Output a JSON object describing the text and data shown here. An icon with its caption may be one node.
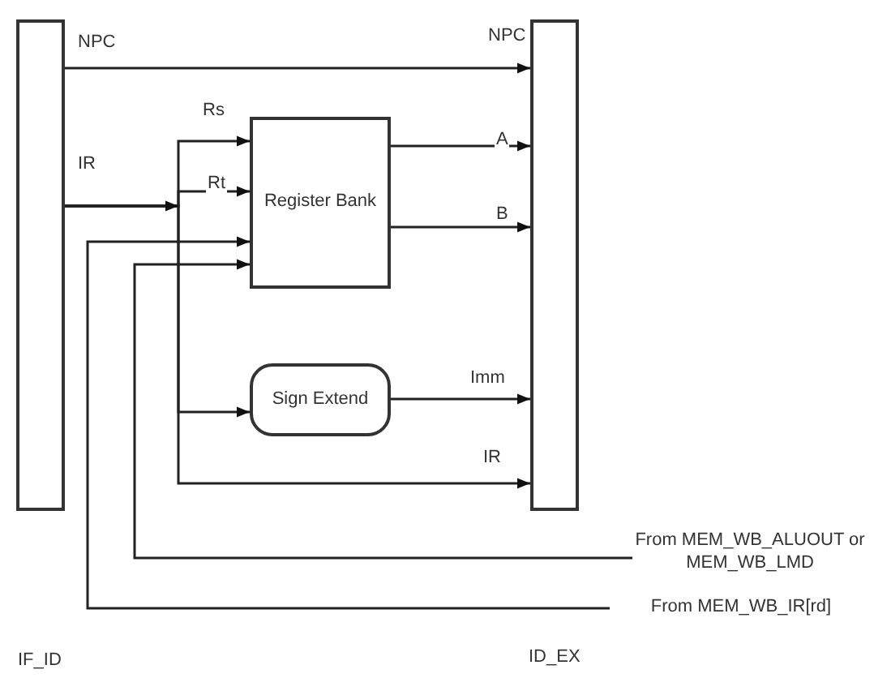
{
  "diagram": {
    "nodes": [
      {
        "text": [],
        "shape": "bar"
      },
      {
        "text": [],
        "shape": "bar"
      },
      {
        "text": [
          "Register Bank"
        ]
      },
      {
        "text": [
          "Sign Extend"
        ]
      },
      {
        "text": [
          "From MEM_WB_ALUOUT or MEM_WB_LMD"
        ]
      },
      {
        "text": [
          "From MEM_WB_IR[rd]"
        ]
      }
    ],
    "edges": [
      {
        "from": 0,
        "to": 1,
        "arrow": "to",
        "label": "NPC"
      },
      {
        "from": 0,
        "to": 2,
        "arrow": "to",
        "label": "Rs"
      },
      {
        "from": 0,
        "to": 2,
        "arrow": "to",
        "label": "Rt"
      },
      {
        "from": 0,
        "to": 3,
        "arrow": "to"
      },
      {
        "from": 0,
        "to": 1,
        "arrow": "to",
        "label": "IR"
      },
      {
        "from": 2,
        "to": 1,
        "arrow": "to",
        "label": "A"
      },
      {
        "from": 2,
        "to": 1,
        "arrow": "to",
        "label": "B"
      },
      {
        "from": 3,
        "to": 1,
        "arrow": "to",
        "label": "Imm"
      },
      {
        "from": 4,
        "to": 2,
        "arrow": "to"
      },
      {
        "from": 5,
        "to": 2,
        "arrow": "to"
      }
    ],
    "labels": [
      "IR",
      "NPC",
      "IF_ID",
      "ID_EX"
    ]
  }
}
